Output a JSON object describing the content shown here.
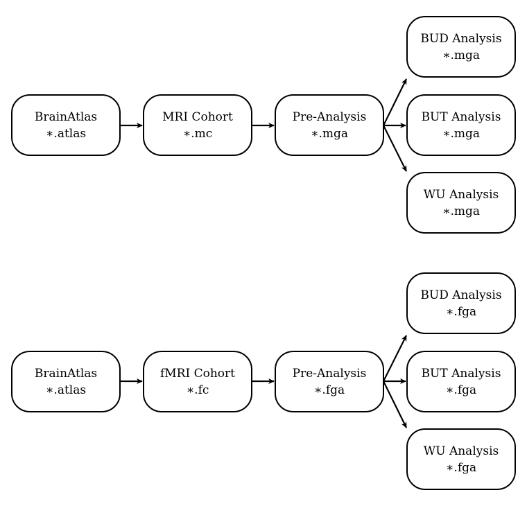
{
  "pipelines": [
    {
      "atlas": {
        "name": "BrainAtlas",
        "ext": "∗.atlas"
      },
      "cohort": {
        "name": "MRI Cohort",
        "ext": "∗.mc"
      },
      "pre": {
        "name": "Pre-Analysis",
        "ext": "∗.mga"
      },
      "bud": {
        "name": "BUD Analysis",
        "ext": "∗.mga"
      },
      "but": {
        "name": "BUT Analysis",
        "ext": "∗.mga"
      },
      "wu": {
        "name": "WU Analysis",
        "ext": "∗.mga"
      }
    },
    {
      "atlas": {
        "name": "BrainAtlas",
        "ext": "∗.atlas"
      },
      "cohort": {
        "name": "fMRI Cohort",
        "ext": "∗.fc"
      },
      "pre": {
        "name": "Pre-Analysis",
        "ext": "∗.fga"
      },
      "bud": {
        "name": "BUD Analysis",
        "ext": "∗.fga"
      },
      "but": {
        "name": "BUT Analysis",
        "ext": "∗.fga"
      },
      "wu": {
        "name": "WU Analysis",
        "ext": "∗.fga"
      }
    }
  ],
  "colors": {
    "stroke": "#000000",
    "fill": "#ffffff",
    "text": "#000000"
  }
}
